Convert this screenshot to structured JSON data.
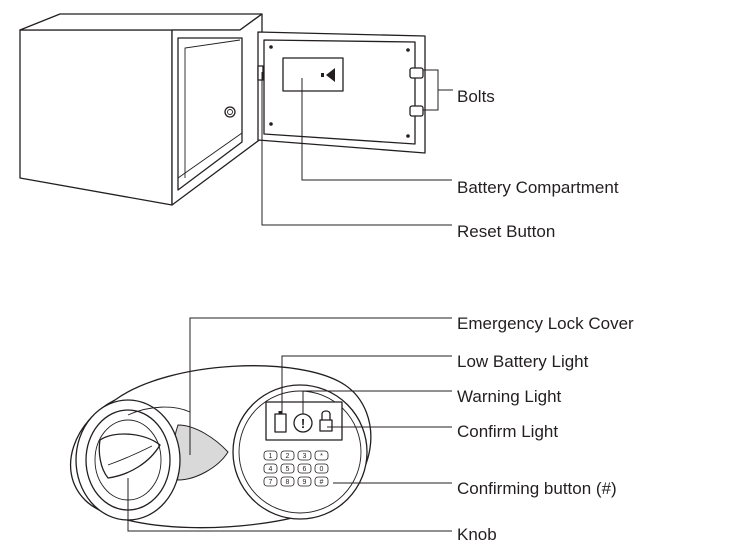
{
  "callouts": {
    "bolts": "Bolts",
    "battery_compartment": "Battery Compartment",
    "reset_button": "Reset Button",
    "emergency_lock_cover": "Emergency Lock Cover",
    "low_battery_light": "Low Battery Light",
    "warning_light": "Warning Light",
    "confirm_light": "Confirm Light",
    "confirming_button": "Confirming button (#)",
    "knob": "Knob"
  },
  "keypad": {
    "keys": [
      "1",
      "2",
      "3",
      "*",
      "4",
      "5",
      "6",
      "0",
      "7",
      "8",
      "9",
      "#"
    ]
  },
  "indicator_glyphs": {
    "warning": "!",
    "battery_icon": "battery-icon",
    "lock_icon": "padlock-icon"
  }
}
